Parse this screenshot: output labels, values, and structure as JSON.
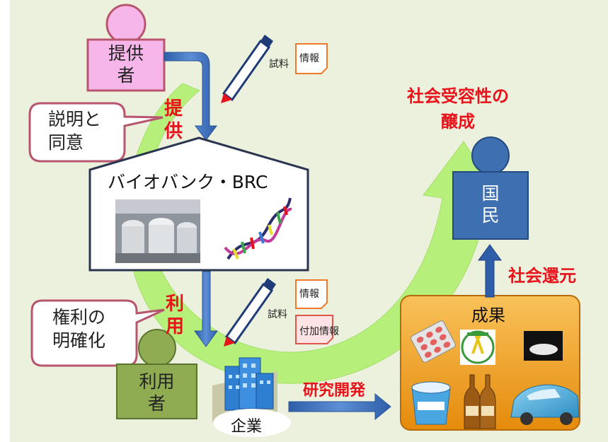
{
  "provider": {
    "label": "提供\n者"
  },
  "user_person": {
    "label": "利用\n者"
  },
  "citizen": {
    "label": "国\n民"
  },
  "bubble_consent": {
    "label": "説明と\n同意"
  },
  "bubble_rights": {
    "label": "権利の\n明確化"
  },
  "flow_provide": {
    "label": "提\n供"
  },
  "flow_use": {
    "label": "利\n用"
  },
  "biobank": {
    "title": "バイオバンク・BRC"
  },
  "top_items": {
    "sample": "試料",
    "info": "情報"
  },
  "bottom_items": {
    "sample": "試料",
    "info": "情報",
    "added_info": "付加情報"
  },
  "company": {
    "label": "企業"
  },
  "rnd": {
    "label": "研究開発"
  },
  "results": {
    "title": "成果"
  },
  "social_return": {
    "label": "社会還元"
  },
  "acceptance": {
    "label": "社会受容性の\n醸成"
  },
  "colors": {
    "background": "#ecf1dd",
    "big_arrow": "#b6f07a",
    "flow_arrow": "#3f74c0",
    "emphasis_text": "#e8121b",
    "provider_fill": "#f7b6ea",
    "user_fill": "#8fac52",
    "citizen_fill": "#3e6fb1",
    "results_fill": "#f5a623"
  }
}
